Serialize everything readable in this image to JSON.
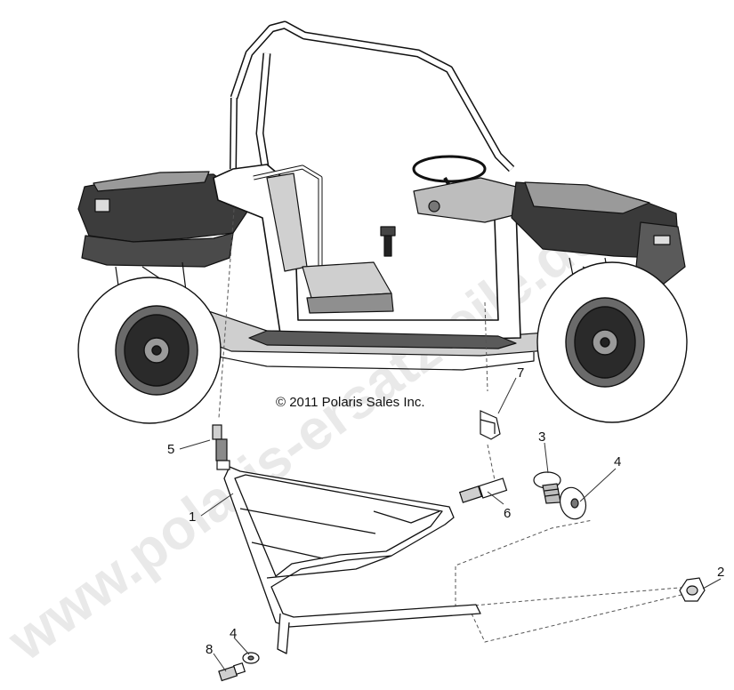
{
  "copyright": "© 2011 Polaris Sales Inc.",
  "watermark": "www.polaris-ersatzteile.de",
  "colors": {
    "line": "#111111",
    "dark": "#222222",
    "mid": "#8a8a8a",
    "light": "#d6d6d6",
    "watermark": "#e6e6e6",
    "leader": "#555555"
  },
  "callouts": [
    {
      "id": "1",
      "label": "1",
      "part": "door-frame"
    },
    {
      "id": "2",
      "label": "2",
      "part": "nut"
    },
    {
      "id": "3",
      "label": "3",
      "part": "push-rivet"
    },
    {
      "id": "4a",
      "label": "4",
      "part": "washer"
    },
    {
      "id": "4b",
      "label": "4",
      "part": "washer"
    },
    {
      "id": "5",
      "label": "5",
      "part": "upper-pivot-pin"
    },
    {
      "id": "6",
      "label": "6",
      "part": "latch-pin"
    },
    {
      "id": "7",
      "label": "7",
      "part": "latch-bracket"
    },
    {
      "id": "8",
      "label": "8",
      "part": "lower-pivot-pin"
    }
  ]
}
